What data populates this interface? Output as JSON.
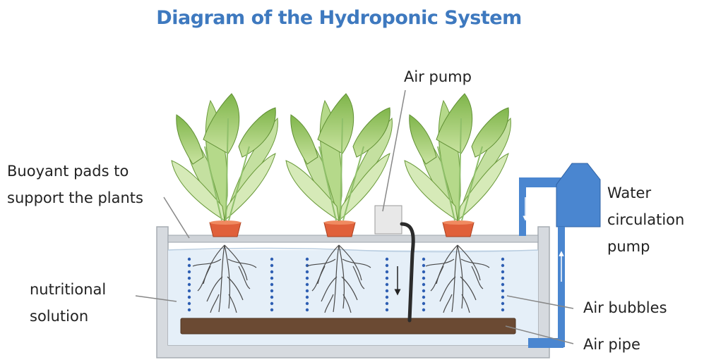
{
  "title": "Diagram of the Hydroponic System",
  "labels": {
    "air_pump": "Air pump",
    "buoyant_pads": [
      "Buoyant pads to",
      "support the plants"
    ],
    "nutritional_solution": [
      "nutritional",
      "solution"
    ],
    "water_circulation_pump": [
      "Water",
      "circulation",
      "pump"
    ],
    "air_bubbles": "Air bubbles",
    "air_pipe": "Air pipe"
  },
  "icons": [
    "lettuce-plant-icon",
    "air-pump-icon",
    "water-pump-icon",
    "air-bubble-icon",
    "air-pipe-icon",
    "arrow-icon"
  ],
  "colors": {
    "title": "#3e79bf",
    "tank_frame": "#c9cdd2",
    "solution": "#e5eff8",
    "bubbles": "#2f5fb3",
    "air_pipe": "#6b4a33",
    "water_pipe": "#4a86d0",
    "pot": "#e0603a",
    "leaf": "#a9d17a"
  }
}
